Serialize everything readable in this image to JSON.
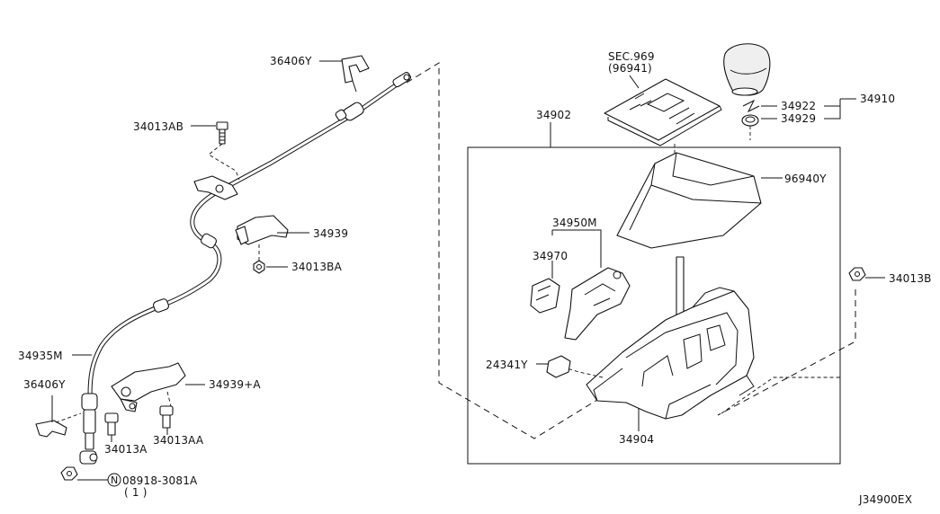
{
  "labels": {
    "p36406Y_top": "36406Y",
    "p34013AB": "34013AB",
    "p34939": "34939",
    "p34013BA": "34013BA",
    "p34935M": "34935M",
    "p36406Y_bottom": "36406Y",
    "p34939A": "34939+A",
    "p34013A": "34013A",
    "p34013AA": "34013AA",
    "n08918": "08918-3081A",
    "n08918_qty": "( 1 )",
    "n08918_circle": "N",
    "sec969": "SEC.969",
    "sec969_sub": "(96941)",
    "p34902": "34902",
    "p34922": "34922",
    "p34910": "34910",
    "p34929": "34929",
    "p96940Y": "96940Y",
    "p34950M": "34950M",
    "p34970": "34970",
    "p34013B": "34013B",
    "p24341Y": "24341Y",
    "p34904": "34904",
    "diagram_code": "J34900EX"
  }
}
